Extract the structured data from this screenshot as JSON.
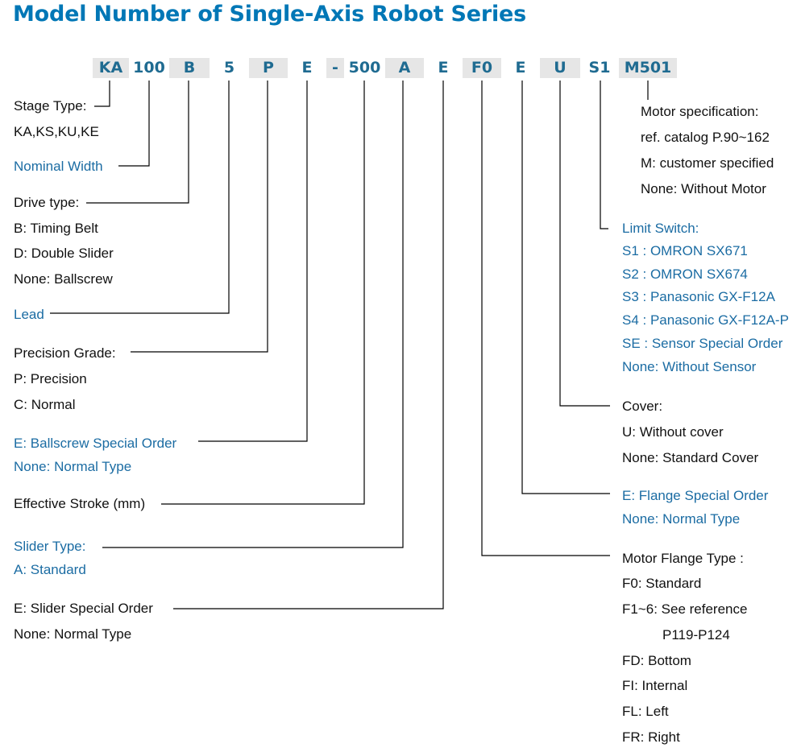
{
  "title": "Model Number of Single-Axis Robot Series",
  "colors": {
    "title": "#0077b6",
    "code_text": "#1f6b91",
    "code_shade": "#e6e6e6",
    "blue_text": "#1b6ca3",
    "black_text": "#111111",
    "line": "#000000"
  },
  "code_segments": [
    "KA",
    "100",
    "B",
    "5",
    "P",
    "E",
    "-",
    "500",
    "A",
    "E",
    "F0",
    "E",
    "U",
    "S1",
    "M501"
  ],
  "left": {
    "stage_type": {
      "heading": "Stage Type:",
      "options": [
        "KA,KS,KU,KE"
      ]
    },
    "nominal_width": {
      "heading": "Nominal Width"
    },
    "drive_type": {
      "heading": "Drive type:",
      "options": [
        "B: Timing Belt",
        "D: Double Slider",
        "None: Ballscrew"
      ]
    },
    "lead": {
      "heading": "Lead"
    },
    "precision_grade": {
      "heading": "Precision Grade:",
      "options": [
        "P: Precision",
        "C: Normal"
      ]
    },
    "ballscrew_special": {
      "heading": "E: Ballscrew Special Order",
      "options": [
        "None: Normal Type"
      ]
    },
    "effective_stroke": {
      "heading": "Effective Stroke (mm)"
    },
    "slider_type": {
      "heading": "Slider Type:",
      "options": [
        "A: Standard"
      ]
    },
    "slider_special": {
      "heading": "E: Slider Special Order",
      "options": [
        "None: Normal Type"
      ]
    }
  },
  "right": {
    "motor_spec": {
      "options": [
        "Motor specification:",
        "ref. catalog P.90~162",
        "M: customer specified",
        "None: Without Motor"
      ]
    },
    "limit_switch": {
      "heading": "Limit Switch:",
      "options": [
        "S1 :  OMRON SX671",
        "S2 :  OMRON SX674",
        "S3 :  Panasonic GX-F12A",
        "S4 :  Panasonic GX-F12A-P",
        "SE :  Sensor Special Order",
        "None: Without Sensor"
      ]
    },
    "cover": {
      "heading": "Cover:",
      "options": [
        "U: Without cover",
        "None: Standard Cover"
      ]
    },
    "flange_special": {
      "heading": "E: Flange Special Order",
      "options": [
        "None: Normal Type"
      ]
    },
    "motor_flange": {
      "heading": "Motor Flange Type :",
      "options": [
        "F0: Standard",
        "F1~6: See reference",
        "P119-P124",
        "FD: Bottom",
        "FI: Internal",
        "FL: Left",
        "FR: Right"
      ]
    }
  }
}
